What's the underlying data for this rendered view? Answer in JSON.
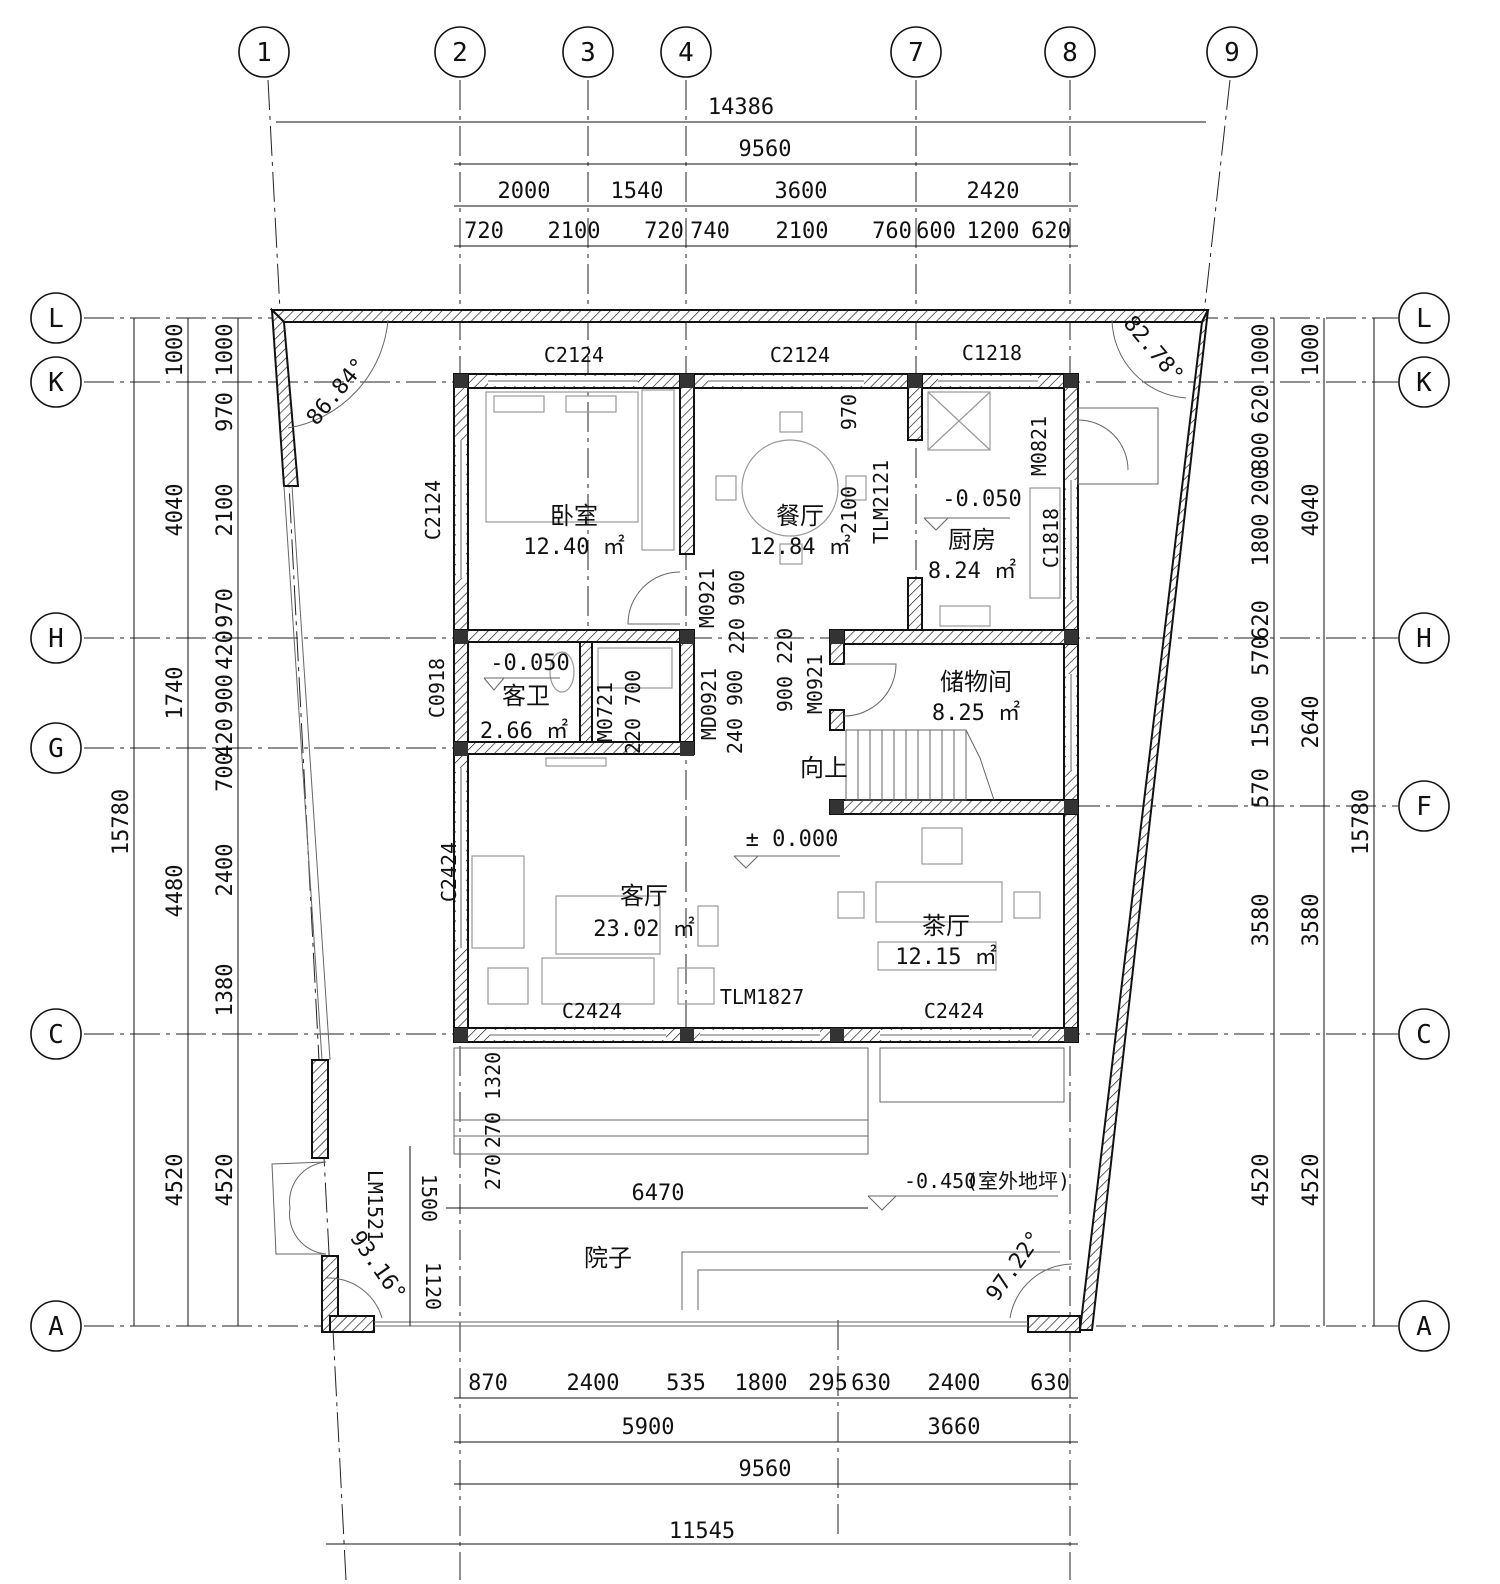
{
  "axes": {
    "top": [
      "1",
      "2",
      "3",
      "4",
      "7",
      "8",
      "9"
    ],
    "left": [
      "L",
      "K",
      "H",
      "G",
      "C",
      "A"
    ],
    "right": [
      "L",
      "K",
      "H",
      "F",
      "C",
      "A"
    ]
  },
  "dims_top": {
    "overall": "14386",
    "total": "9560",
    "bays": [
      "2000",
      "1540",
      "3600",
      "2420"
    ],
    "detail": [
      "720",
      "2100",
      "720",
      "740",
      "2100",
      "760",
      "600",
      "1200",
      "620"
    ]
  },
  "dims_bottom": {
    "detail": [
      "870",
      "2400",
      "535",
      "1800",
      "295",
      "630",
      "2400",
      "630"
    ],
    "bays": [
      "5900",
      "3660"
    ],
    "total": "9560",
    "overall": "11545"
  },
  "dims_left": {
    "outer": "15780",
    "mid": [
      "1000",
      "4040",
      "1740",
      "4480",
      "4520"
    ],
    "inner": [
      "1000",
      "970",
      "2100",
      "970",
      "420",
      "900",
      "420",
      "700",
      "2400",
      "1380",
      "4520"
    ]
  },
  "dims_right": {
    "inner": [
      "1000",
      "620",
      "800",
      "200",
      "1800",
      "620",
      "570",
      "1500",
      "570",
      "3580",
      "4520"
    ],
    "mid": [
      "1000",
      "4040",
      "2640",
      "3580",
      "4520"
    ],
    "outer": "15780"
  },
  "angles": [
    "86.84°",
    "82.78°",
    "93.16°",
    "97.22°"
  ],
  "openings": {
    "c2124_a": "C2124",
    "c2124_b": "C2124",
    "c1218": "C1218",
    "c2124_left": "C2124",
    "c0918": "C0918",
    "c2424_left": "C2424",
    "c2424_a": "C2424",
    "c2424_b": "C2424",
    "tlm1827": "TLM1827",
    "tlm2121": "TLM2121",
    "m0821": "M0821",
    "c1818": "C1818",
    "m0921_a": "M0921",
    "m0921_b": "M0921",
    "md0921": "MD0921",
    "m0721": "M0721",
    "lm1521": "LM1521"
  },
  "local_dims": {
    "d970": "970",
    "d2100": "2100",
    "d220_900": "220 900",
    "d900_220": "900 220",
    "d240_900": "240 900",
    "d220_700": "220 700",
    "d270_1320": "270 1320",
    "d270": "270",
    "d1500": "1500",
    "d1120": "1120",
    "d6470": "6470"
  },
  "rooms": {
    "bedroom": {
      "name": "卧室",
      "area": "12.40 ㎡"
    },
    "dining": {
      "name": "餐厅",
      "area": "12.84 ㎡"
    },
    "kitchen": {
      "name": "厨房",
      "area": "8.24 ㎡"
    },
    "bath": {
      "name": "客卫",
      "area": "2.66 ㎡"
    },
    "storage": {
      "name": "储物间",
      "area": "8.25 ㎡"
    },
    "living": {
      "name": "客厅",
      "area": "23.02 ㎡"
    },
    "tea": {
      "name": "茶厅",
      "area": "12.15 ㎡"
    },
    "yard": {
      "name": "院子"
    }
  },
  "levels": {
    "kitchen": "-0.050",
    "bath": "-0.050",
    "main": "± 0.000",
    "outdoor": "-0.450",
    "outdoor_note": "(室外地坪)"
  },
  "stair": "向上"
}
